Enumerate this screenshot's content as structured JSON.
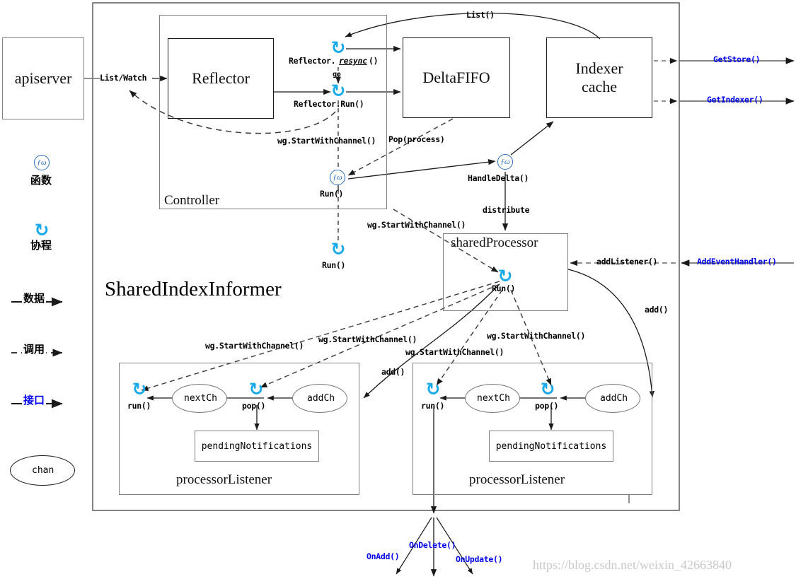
{
  "diagram": {
    "title": "SharedIndexInformer",
    "watermark": "https://blog.csdn.net/weixin_42663840",
    "accent_blue": "#17a9e8",
    "link_blue": "#0000ee",
    "fn_blue": "#2a6ebb"
  },
  "legend": {
    "items": [
      {
        "icon": "function-icon",
        "glyph": "ƒω",
        "label": "函数"
      },
      {
        "icon": "coroutine-icon",
        "glyph": "↺",
        "label": "协程"
      },
      {
        "icon": "solid-arrow-icon",
        "label": "数据"
      },
      {
        "icon": "dashed-arrow-icon",
        "label": "调用"
      },
      {
        "icon": "interface-arrow-icon",
        "label": "接口"
      },
      {
        "icon": "channel-icon",
        "label": "chan"
      }
    ]
  },
  "nodes": {
    "apiserver": "apiserver",
    "controller": "Controller",
    "reflector": "Reflector",
    "deltafifo": "DeltaFIFO",
    "indexer_cache_line1": "Indexer",
    "indexer_cache_line2": "cache",
    "shared_processor": "sharedProcessor",
    "processor_listener_left": "processorListener",
    "processor_listener_right": "processorListener",
    "pending_notifications_left": "pendingNotifications",
    "pending_notifications_right": "pendingNotifications",
    "next_ch_left": "nextCh",
    "add_ch_left": "addCh",
    "next_ch_right": "nextCh",
    "add_ch_right": "addCh"
  },
  "edges": {
    "list_watch": "List/Watch",
    "list": "List()",
    "reflector_resync_prefix": "Reflector.",
    "reflector_resync_iface": "resync",
    "reflector_resync_suffix": "()",
    "go": "go",
    "reflector_run": "Reflector.Run()",
    "wg_start_controller": "wg.StartWithChannel()",
    "pop_process": "Pop(process)",
    "handle_delta": "HandleDelta()",
    "distribute": "distribute",
    "run_controller_fn": "Run()",
    "run_informer_coroutine": "Run()",
    "run_shared_processor": "Run()",
    "get_store": "GetStore()",
    "get_indexer": "GetIndexer()",
    "add_listener": "addListener()",
    "add_event_handler": "AddEventHandler()",
    "add_right": "add()",
    "add_left": "add()",
    "wg_start_1": "wg.StartWithChannel()",
    "wg_start_2": "wg.StartWithChannel()",
    "wg_start_3": "wg.StartWithChannel()",
    "wg_start_4": "wg.StartWithChannel()",
    "wg_start_informer": "wg.StartWithChannel()",
    "run_left_listener": "run()",
    "pop_left_listener": "pop()",
    "run_right_listener": "run()",
    "pop_right_listener": "pop()",
    "on_add": "OnAdd()",
    "on_delete": "OnDelete()",
    "on_update": "OnUpdate()"
  }
}
